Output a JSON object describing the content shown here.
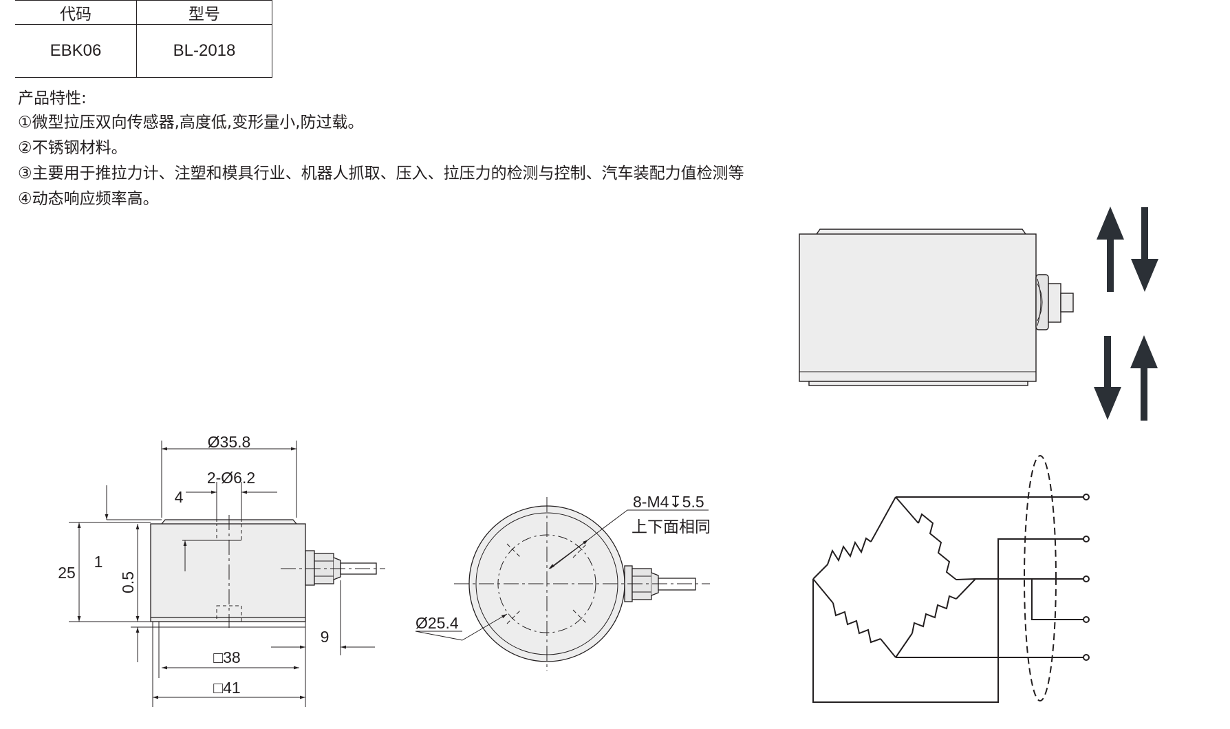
{
  "spec_table": {
    "headers": [
      "代码",
      "型号"
    ],
    "row": [
      "EBK06",
      "BL-2018"
    ]
  },
  "features": {
    "heading": "产品特性:",
    "items": [
      "①微型拉压双向传感器,高度低,变形量小,防过载。",
      "②不锈钢材料。",
      "③主要用于推拉力计、注塑和模具行业、机器人抓取、压入、拉压力的检测与控制、汽车装配力值检测等",
      "④动态响应频率高。"
    ]
  },
  "dimensions": {
    "outer_diameter": "Ø35.8",
    "hole_spec": "2-Ø6.2",
    "dim_4": "4",
    "dim_25": "25",
    "dim_1": "1",
    "dim_0_5": "0.5",
    "dim_9": "9",
    "square_38": "□38",
    "square_41": "□41",
    "bolt_circle": "Ø25.4",
    "thread_spec": "8-M4↧5.5",
    "thread_note": "上下面相同"
  },
  "colors": {
    "line": "#231f20",
    "fill": "#ededed",
    "arrow": "#2b3036"
  },
  "icons": [
    "up-arrow-icon",
    "down-arrow-icon"
  ],
  "circuit": {
    "terminal_count": 5
  }
}
